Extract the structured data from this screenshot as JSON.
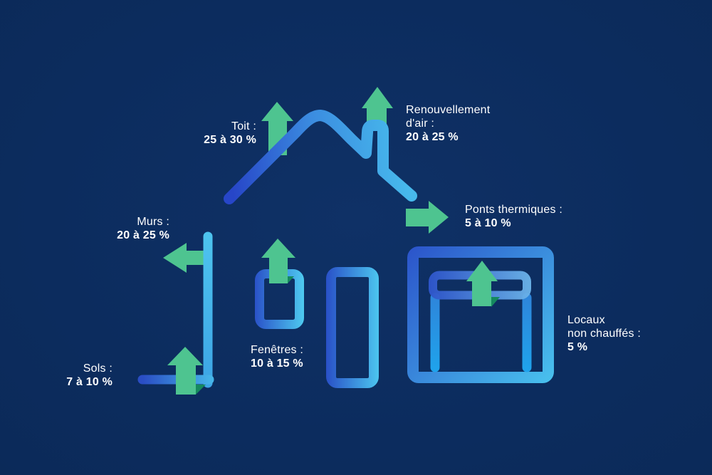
{
  "annotations": {
    "toit": {
      "label": "Toit :",
      "value": "25 à 30 %"
    },
    "air": {
      "label_line1": "Renouvellement",
      "label_line2": "d'air :",
      "value": "20 à 25 %"
    },
    "ponts": {
      "label": "Ponts thermiques :",
      "value": "5 à 10 %"
    },
    "murs": {
      "label": "Murs :",
      "value": "20 à 25 %"
    },
    "fenetres": {
      "label": "Fenêtres :",
      "value": "10 à 15 %"
    },
    "sols": {
      "label": "Sols :",
      "value": "7 à 10 %"
    },
    "locaux": {
      "label_line1": "Locaux",
      "label_line2": "non chauffés :",
      "value": "5 %"
    }
  },
  "colors": {
    "background": "#0c2c5e",
    "text": "#ffffff",
    "arrow_green": "#4ec490",
    "arrow_shadow_green": "#15895f",
    "house_line_dark": "#2544c7",
    "house_line_mid": "#3b8ce0",
    "house_line_light": "#47b9ec",
    "garage_leg_blue": "#1f9ce8"
  }
}
